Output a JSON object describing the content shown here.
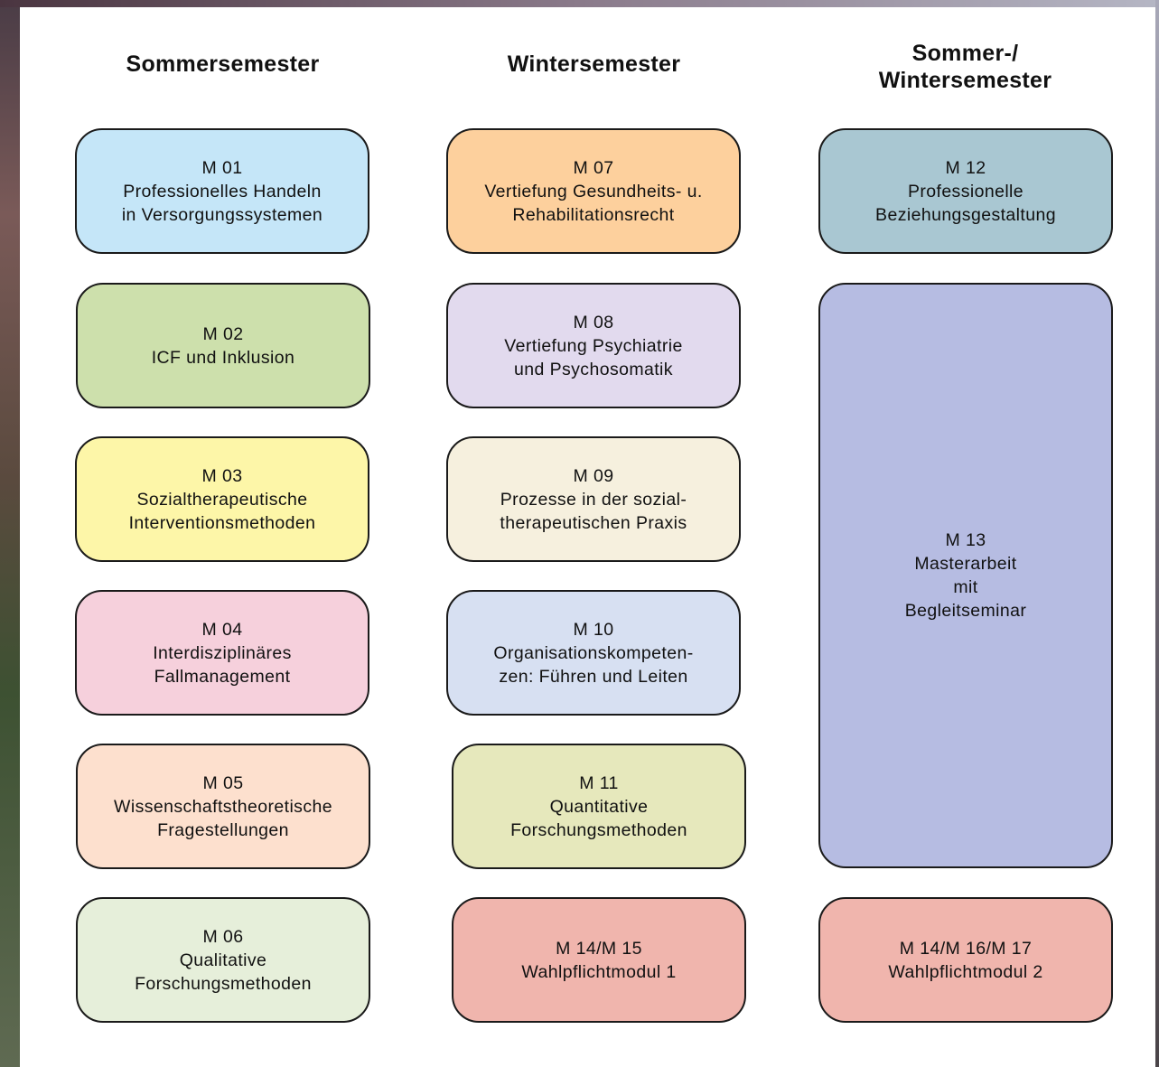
{
  "headers": {
    "summer": "Sommersemester",
    "winter": "Wintersemester",
    "both": "Sommer-/\nWintersemester"
  },
  "colors": {
    "m01": "#c5e6f8",
    "m02": "#cde0ac",
    "m03": "#fdf6a8",
    "m04": "#f6d0dc",
    "m05": "#fde0ce",
    "m06": "#e6efda",
    "m07": "#fdd09d",
    "m08": "#e2daee",
    "m09": "#f6f0de",
    "m10": "#d7e0f2",
    "m11": "#e6e8bc",
    "m12": "#a9c7d2",
    "m13": "#b6bce2",
    "wp": "#f0b5ad"
  },
  "modules": {
    "m01": {
      "code": "M 01",
      "title": "Professionelles Handeln\nin Versorgungssystemen"
    },
    "m02": {
      "code": "M 02",
      "title": "ICF und Inklusion"
    },
    "m03": {
      "code": "M 03",
      "title": "Sozialtherapeutische\nInterventionsmethoden"
    },
    "m04": {
      "code": "M 04",
      "title": "Interdisziplinäres\nFallmanagement"
    },
    "m05": {
      "code": "M 05",
      "title": "Wissenschaftstheoretische\nFragestellungen"
    },
    "m06": {
      "code": "M 06",
      "title": "Qualitative\nForschungsmethoden"
    },
    "m07": {
      "code": "M 07",
      "title": "Vertiefung Gesundheits- u.\nRehabilitationsrecht"
    },
    "m08": {
      "code": "M 08",
      "title": "Vertiefung Psychiatrie\nund Psychosomatik"
    },
    "m09": {
      "code": "M 09",
      "title": "Prozesse in der sozial-\ntherapeutischen Praxis"
    },
    "m10": {
      "code": "M 10",
      "title": "Organisationskompeten-\nzen: Führen und Leiten"
    },
    "m11": {
      "code": "M 11",
      "title": "Quantitative\nForschungsmethoden"
    },
    "m12": {
      "code": "M 12",
      "title": "Professionelle\nBeziehungsgestaltung"
    },
    "m13": {
      "code": "M 13",
      "title": "Masterarbeit\nmit\nBegleitseminar"
    },
    "wp1": {
      "code": "M 14/M 15",
      "title": "Wahlpflichtmodul 1"
    },
    "wp2": {
      "code": "M 14/M 16/M 17",
      "title": "Wahlpflichtmodul 2"
    }
  }
}
